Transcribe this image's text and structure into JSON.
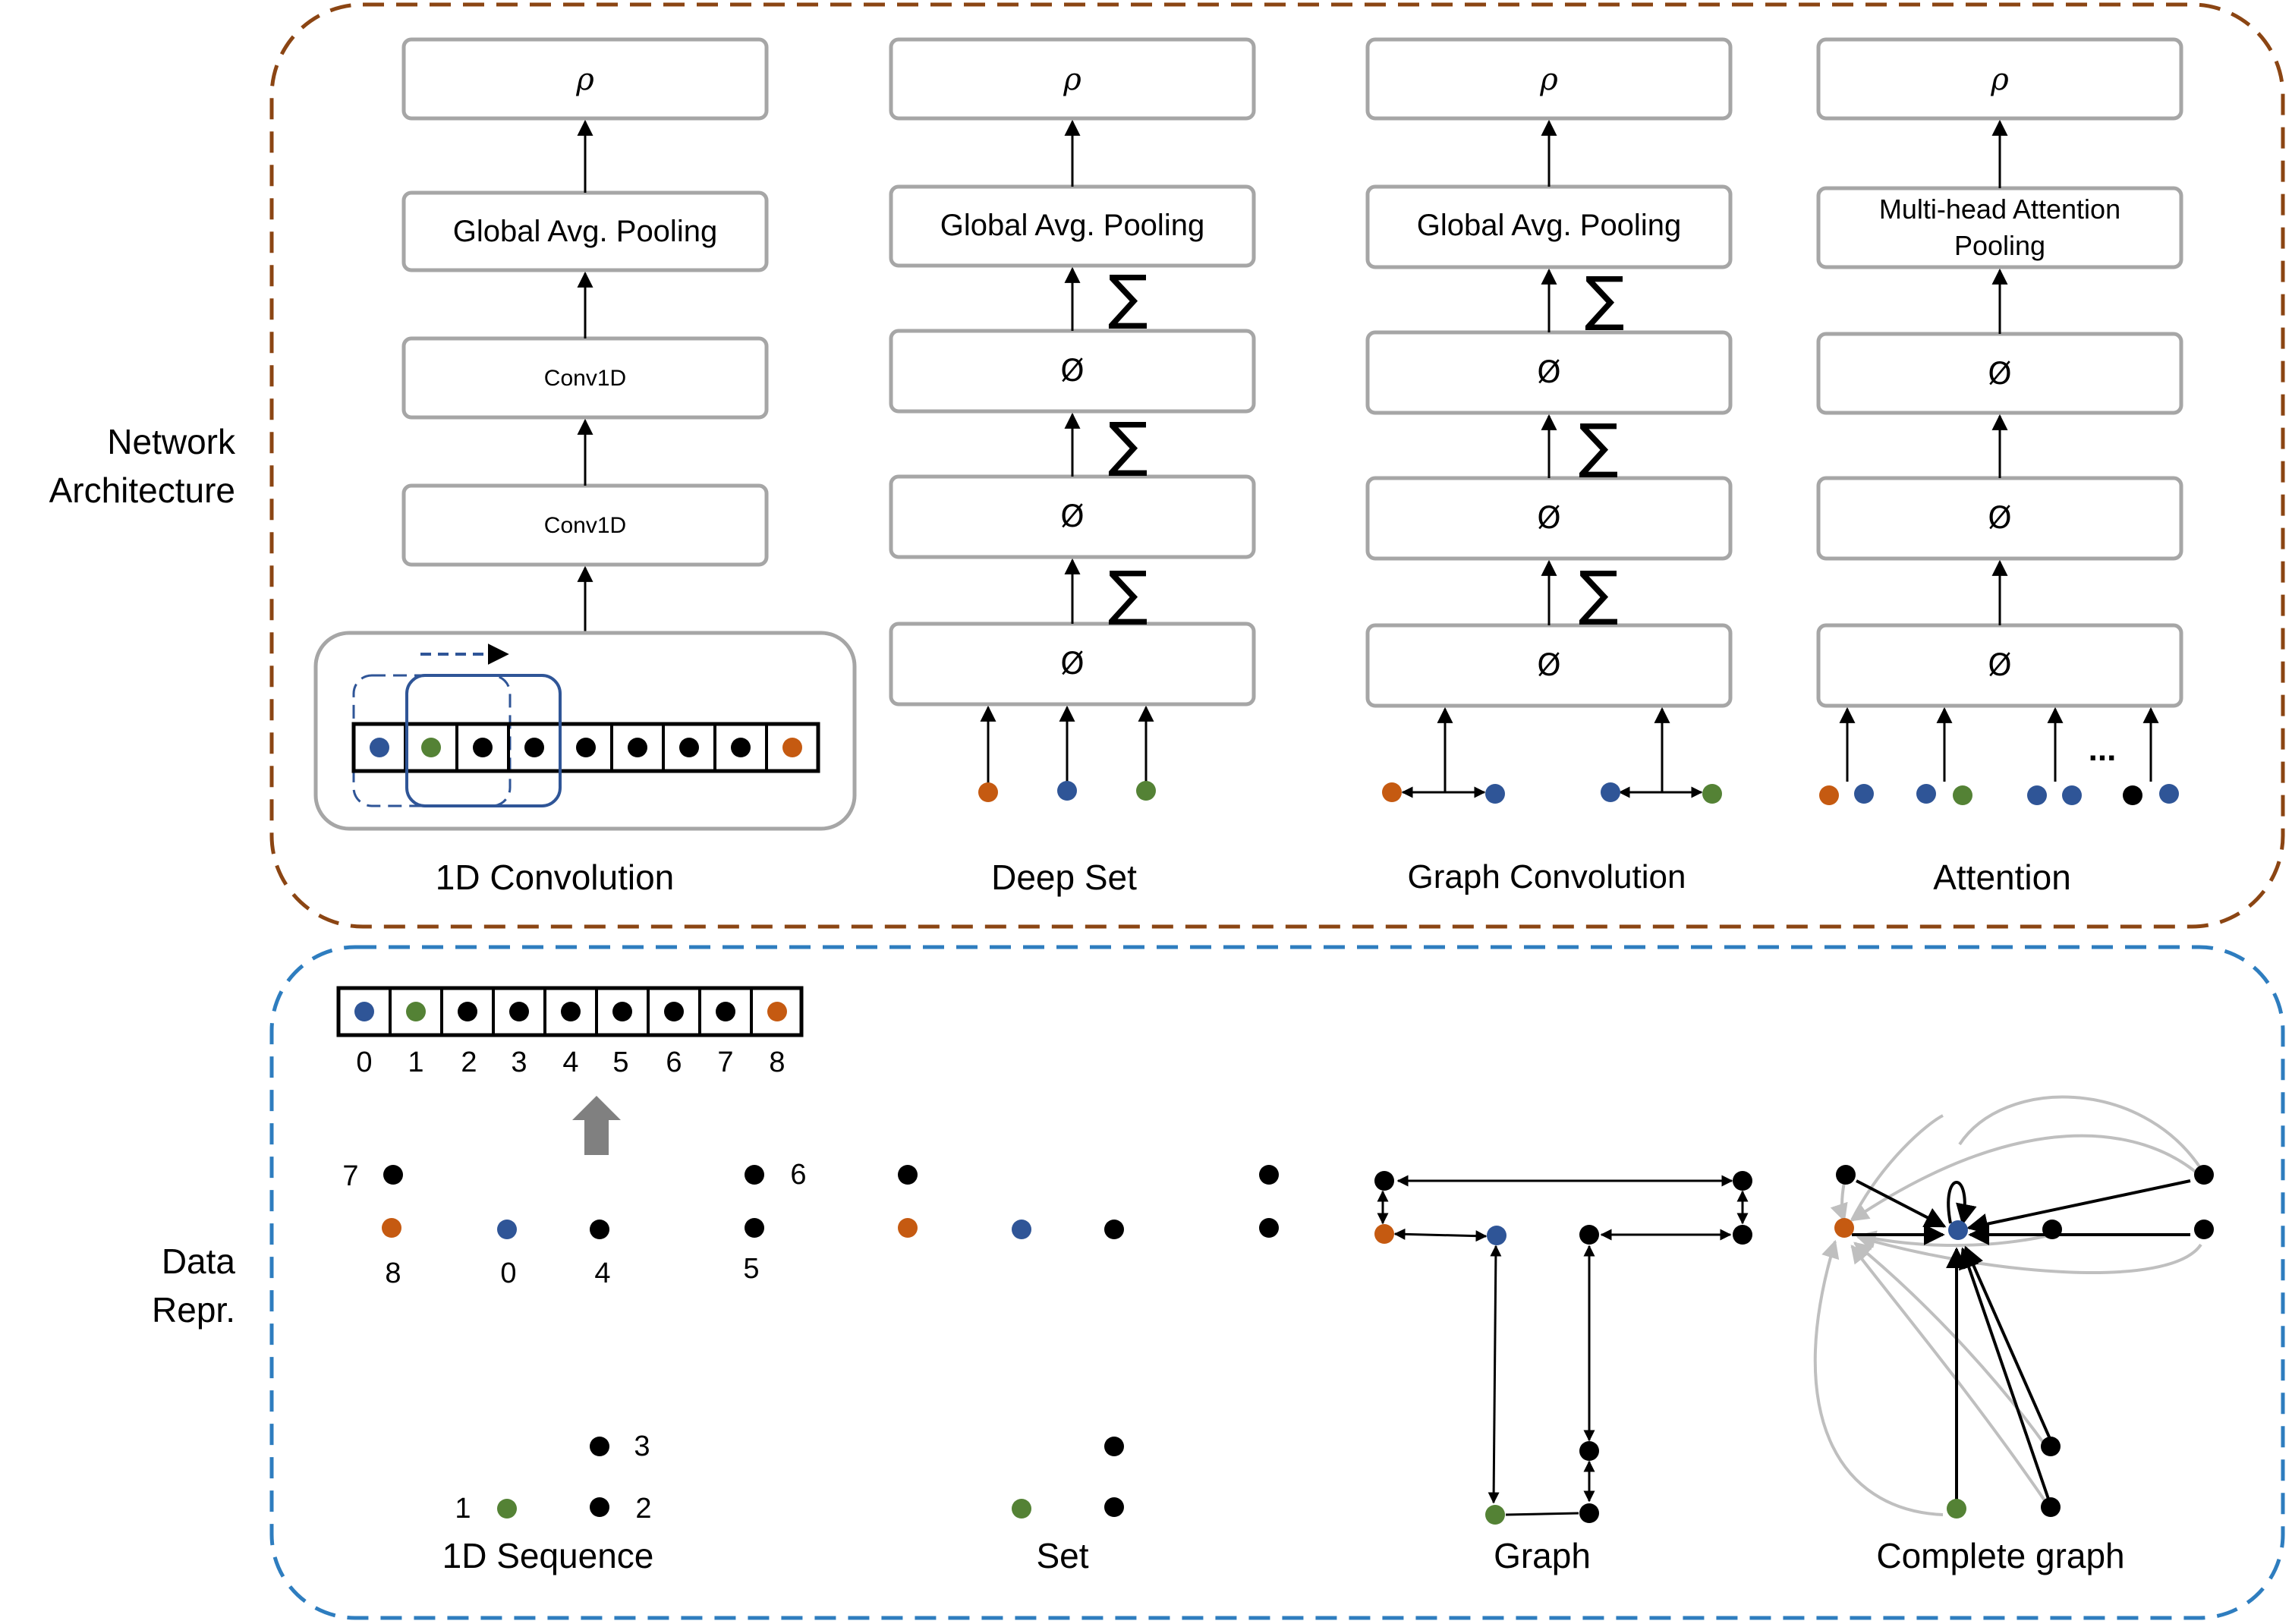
{
  "colors": {
    "architecture_border": "#8B4513",
    "data_border": "#2E7DBF",
    "block_border": "#A6A6A6",
    "dot_blue": "#2F5597",
    "dot_green": "#548235",
    "dot_orange": "#C55A11",
    "dot_black": "#000000",
    "gray_arrow": "#808080",
    "light_edge": "#BFBFBF"
  },
  "sections": {
    "architecture_label_line1": "Network",
    "architecture_label_line2": "Architecture",
    "data_label_line1": "Data",
    "data_label_line2": "Repr."
  },
  "columns": {
    "conv": {
      "blocks": [
        "ρ",
        "Global Avg. Pooling",
        "Conv1D",
        "Conv1D"
      ],
      "caption": "1D Convolution",
      "data_caption": "1D Sequence"
    },
    "deepset": {
      "blocks": [
        "ρ",
        "Global Avg. Pooling",
        "Ø",
        "Ø",
        "Ø"
      ],
      "caption": "Deep Set",
      "data_caption": "Set"
    },
    "graph": {
      "blocks": [
        "ρ",
        "Global Avg. Pooling",
        "Ø",
        "Ø",
        "Ø"
      ],
      "caption": "Graph Convolution",
      "data_caption": "Graph"
    },
    "attention": {
      "blocks": [
        "ρ",
        "Multi-head Attention",
        "Pooling",
        "Ø",
        "Ø",
        "Ø"
      ],
      "caption": "Attention",
      "data_caption": "Complete graph",
      "ellipsis": "..."
    }
  },
  "sum_symbol": "∑",
  "sequence_indices": [
    "0",
    "1",
    "2",
    "3",
    "4",
    "5",
    "6",
    "7",
    "8"
  ],
  "scatter_labels": [
    "7",
    "8",
    "0",
    "4",
    "6",
    "5",
    "3",
    "1",
    "2"
  ]
}
